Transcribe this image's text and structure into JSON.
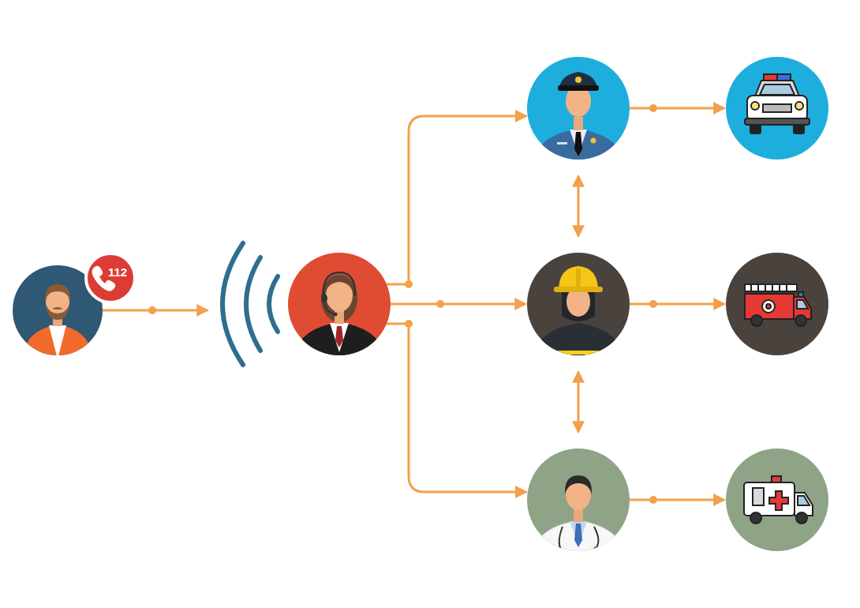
{
  "diagram": {
    "nodes": [
      {
        "text": [
          "112"
        ]
      },
      {
        "text": []
      },
      {
        "text": []
      },
      {
        "text": []
      },
      {
        "text": []
      },
      {
        "text": []
      },
      {
        "text": []
      },
      {
        "text": []
      }
    ],
    "edges": [
      {
        "from": 0,
        "to": 1,
        "arrow": "to"
      },
      {
        "from": 1,
        "to": 2,
        "arrow": "to"
      },
      {
        "from": 1,
        "to": 4,
        "arrow": "to"
      },
      {
        "from": 1,
        "to": 6,
        "arrow": "to"
      },
      {
        "from": 2,
        "to": 3,
        "arrow": "to"
      },
      {
        "from": 2,
        "to": 4,
        "arrow": "both"
      },
      {
        "from": 4,
        "to": 5,
        "arrow": "to"
      },
      {
        "from": 4,
        "to": 6,
        "arrow": "both"
      },
      {
        "from": 6,
        "to": 7,
        "arrow": "to"
      }
    ]
  }
}
